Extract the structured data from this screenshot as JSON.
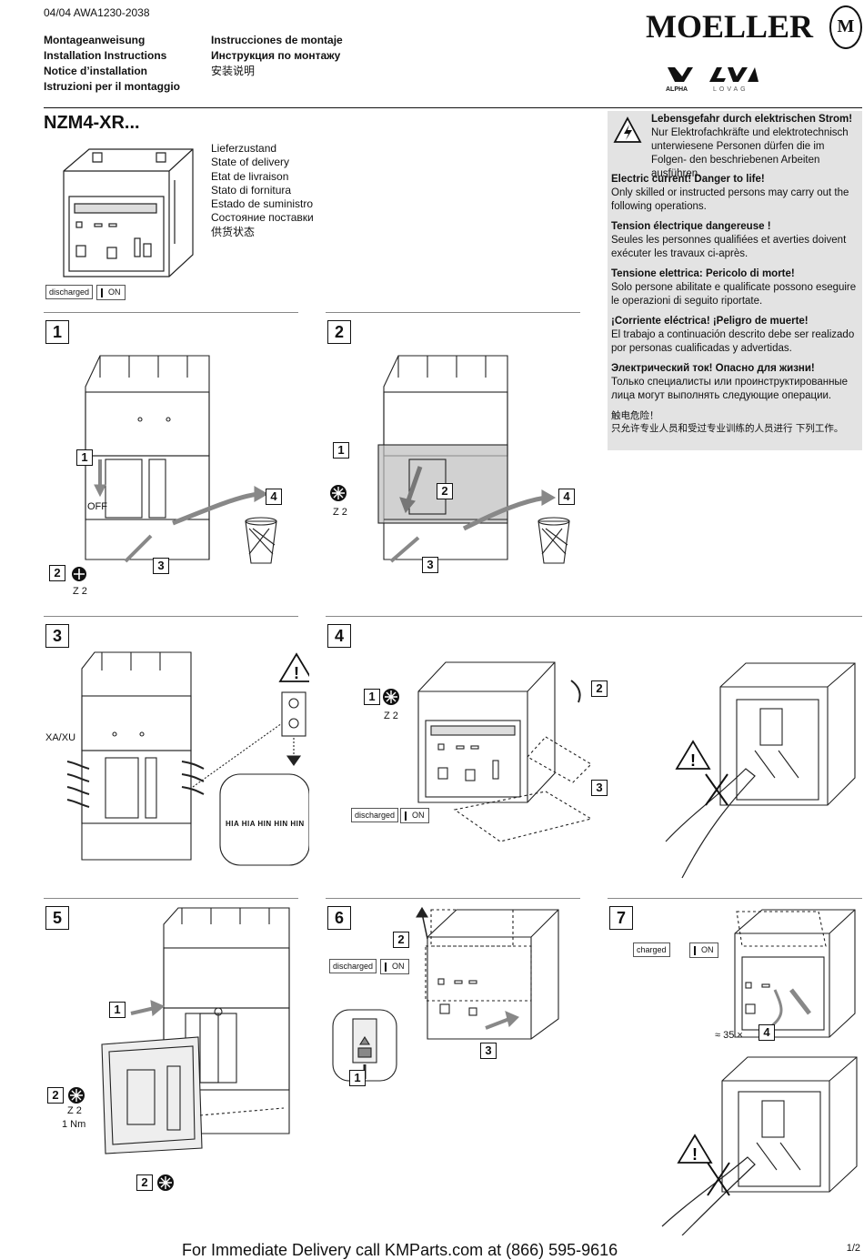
{
  "header": {
    "doc_number": "04/04 AWA1230-2038",
    "col1": [
      "Montageanweisung",
      "Installation Instructions",
      "Notice d’installation",
      "Istruzioni per il montaggio"
    ],
    "col2": [
      "Instrucciones de montaje",
      "Инструкция по монтажу",
      "安装说明"
    ],
    "brand": "MOELLER",
    "seal": "M",
    "logo_alpha": "ALPHA",
    "logo_lovag": "LOVAG"
  },
  "product": "NZM4-XR...",
  "delivery_state": [
    "Lieferzustand",
    "State of delivery",
    "Etat de livraison",
    "Stato di fornitura",
    "Estado de suministro",
    "Состояние поставки",
    "供货状态"
  ],
  "warnings": [
    {
      "heading": "Lebensgefahr durch elektrischen Strom!",
      "text": "Nur Elektrofachkräfte und elektrotechnisch unterwiesene Personen dürfen die im Folgen- den beschriebenen Arbeiten ausführen."
    },
    {
      "heading": "Electric current! Danger to life!",
      "text": "Only skilled or instructed persons may carry out the following operations."
    },
    {
      "heading": "Tension électrique dangereuse !",
      "text": "Seules les personnes qualifiées et averties doivent exécuter les travaux ci-après."
    },
    {
      "heading": "Tensione elettrica: Pericolo di morte!",
      "text": "Solo persone abilitate e qualificate possono eseguire le operazioni di seguito riportate."
    },
    {
      "heading": "¡Corriente eléctrica! ¡Peligro de muerte!",
      "text": "El trabajo a continuación descrito debe ser realizado por personas cualificadas y advertidas."
    },
    {
      "heading": "Электрический ток! Опасно для жизни!",
      "text": "Только специалисты или проинструктированные лица могут выполнять следующие операции."
    },
    {
      "heading": "触电危险！",
      "text": "只允许专业人员和受过专业训练的人员进行 下列工作。"
    }
  ],
  "labels": {
    "discharged": "discharged",
    "charged": "charged",
    "on": "ON",
    "off": "OFF",
    "z2": "Z 2",
    "xa_xu": "XA/XU",
    "torque": "1 Nm",
    "approx": "≈ 35 ×",
    "hia_row": "HIA HIA HIN HIN HIN"
  },
  "steps": [
    "1",
    "2",
    "3",
    "4",
    "5",
    "6",
    "7"
  ],
  "sub": {
    "s1": "1",
    "s2": "2",
    "s3": "3",
    "s4": "4"
  },
  "footer": {
    "text": "For Immediate Delivery call KMParts.com at (866) 595-9616",
    "page": "1/2"
  },
  "colors": {
    "warning_box": "#e3e3e3",
    "text": "#111111",
    "hatched_fill": "#bdbdbd"
  }
}
